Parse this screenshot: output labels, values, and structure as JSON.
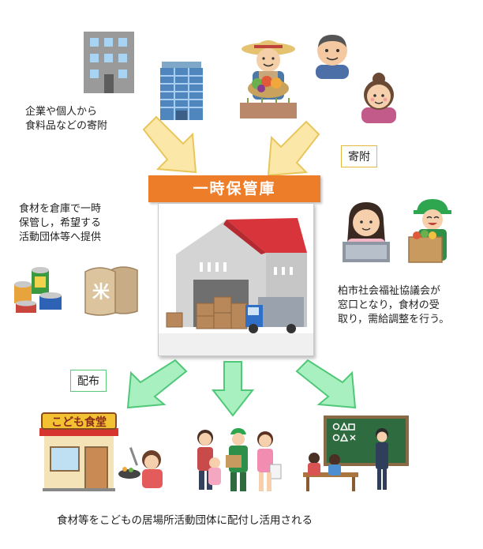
{
  "texts": {
    "donors_caption": "企業や個人から\n食料品などの寄附",
    "donation_tag": "寄附",
    "warehouse_title": "一時保管庫",
    "storage_caption": "食材を倉庫で一時\n保管し，希望する\n活動団体等へ提供",
    "council_caption": "柏市社会福祉協議会が\n窓口となり，食材の受\n取り，需給調整を行う。",
    "distribution_tag": "配布",
    "cafeteria_sign": "こども食堂",
    "rice_bag_mark": "米",
    "bottom_caption": "食材等をこどもの居場所活動団体に配付し活用される"
  },
  "colors": {
    "banner": "#ee7d2a",
    "donation_arrow": "#fbe7a8",
    "donation_arrow_border": "#e9c65a",
    "distribution_arrow": "#a8f0c0",
    "distribution_arrow_border": "#4fc878"
  }
}
